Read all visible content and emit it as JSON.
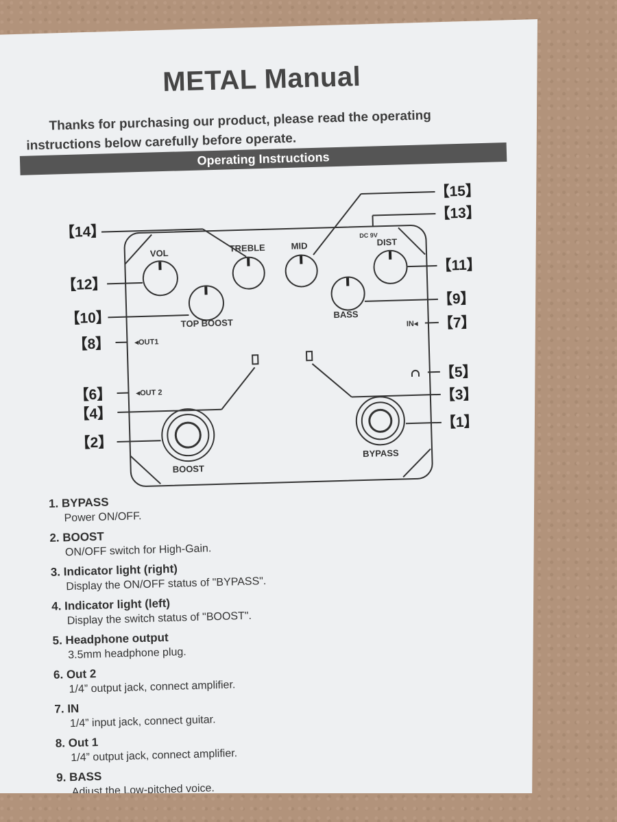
{
  "manual": {
    "title": "METAL Manual",
    "intro_line1": "Thanks for purchasing our product, please read the operating",
    "intro_line2": "instructions below carefully before operate.",
    "section_header": "Operating Instructions"
  },
  "diagram": {
    "knobs": {
      "vol": "VOL",
      "treble": "TREBLE",
      "mid": "MID",
      "dist": "DIST",
      "top_boost": "TOP BOOST",
      "bass": "BASS"
    },
    "jacks": {
      "out1": "◂OUT1",
      "out2": "◂OUT 2",
      "in": "IN◂",
      "dc": "DC 9V"
    },
    "footswitches": {
      "boost": "BOOST",
      "bypass": "BYPASS"
    },
    "callouts": {
      "c1": "【1】",
      "c2": "【2】",
      "c3": "【3】",
      "c4": "【4】",
      "c5": "【5】",
      "c6": "【6】",
      "c7": "【7】",
      "c8": "【8】",
      "c9": "【9】",
      "c10": "【10】",
      "c11": "【11】",
      "c12": "【12】",
      "c13": "【13】",
      "c14": "【14】",
      "c15": "【15】"
    }
  },
  "instructions": [
    {
      "heading": "1. BYPASS",
      "desc": "Power ON/OFF."
    },
    {
      "heading": "2. BOOST",
      "desc": "ON/OFF switch for High-Gain."
    },
    {
      "heading": "3. Indicator light (right)",
      "desc": "Display the ON/OFF status of \"BYPASS\"."
    },
    {
      "heading": "4. Indicator light (left)",
      "desc": "Display the switch status of \"BOOST\"."
    },
    {
      "heading": "5. Headphone output",
      "desc": "3.5mm headphone plug."
    },
    {
      "heading": "6. Out 2",
      "desc": "1/4” output jack, connect amplifier."
    },
    {
      "heading": "7. IN",
      "desc": "1/4” input jack, connect guitar."
    },
    {
      "heading": "8. Out 1",
      "desc": "1/4” output jack, connect amplifier."
    },
    {
      "heading": "9. BASS",
      "desc": "Adjust the Low-pitched voice."
    }
  ]
}
